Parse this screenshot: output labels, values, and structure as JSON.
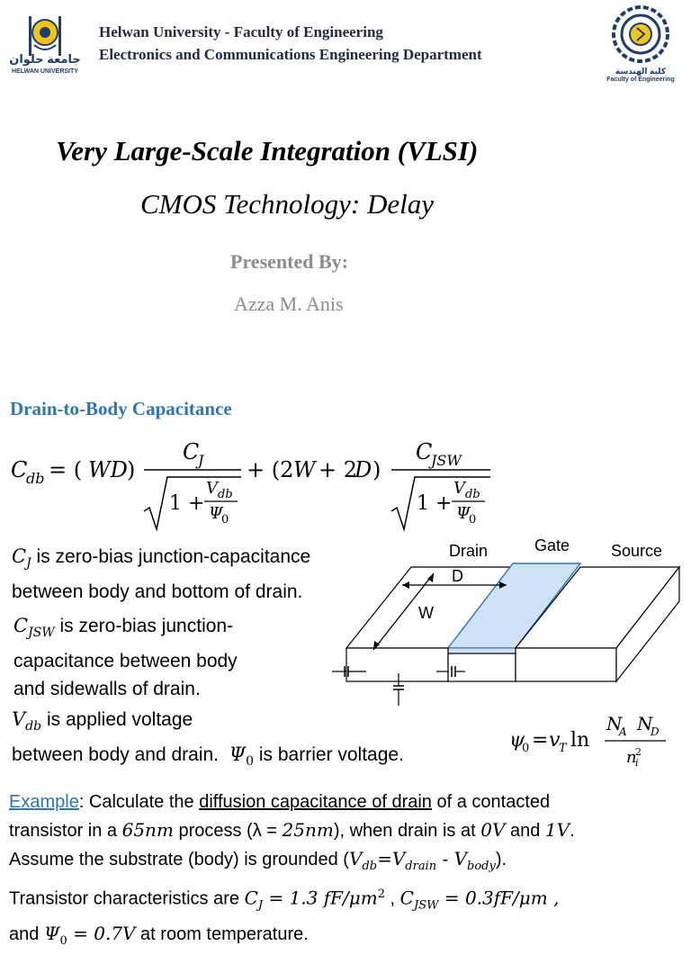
{
  "header": {
    "university_line": "Helwan University - Faculty of Engineering",
    "department_line": "Electronics and Communications Engineering Department",
    "left_logo_arabic": "جامعة حلوان",
    "left_logo_english": "HELWAN UNIVERSITY",
    "right_logo_arabic": "كلية الهندسة",
    "right_logo_english": "Faculty of Engineering"
  },
  "title": {
    "main": "Very Large-Scale Integration (VLSI)",
    "sub": "CMOS Technology: Delay",
    "presented_label": "Presented By:",
    "author": "Azza M. Anis"
  },
  "section": {
    "heading": "Drain-to-Body Capacitance"
  },
  "descriptions": {
    "cj_sym": "C",
    "cj_sub": "J",
    "cj_text_1": " is zero-bias junction-capacitance",
    "cj_text_2": "between body and bottom of drain.",
    "cjsw_sym": "C",
    "cjsw_sub": "JSW",
    "cjsw_text_1": " is zero-bias junction-",
    "cjsw_text_2": "capacitance between body",
    "cjsw_text_3": "and sidewalls of drain.",
    "vdb_sym": "V",
    "vdb_sub": "db",
    "vdb_text_1": " is applied voltage",
    "vdb_text_2": "between body and drain.",
    "psi_text": " is barrier voltage."
  },
  "diagram": {
    "drain_label": "Drain",
    "gate_label": "Gate",
    "source_label": "Source",
    "d_label": "D",
    "w_label": "W",
    "colors": {
      "gate_fill": "#cfe2f7",
      "gate_stroke": "#2e75b6"
    }
  },
  "example": {
    "label": "Example",
    "line1_a": ": Calculate the ",
    "line1_b": "diffusion capacitance of drain",
    "line1_c": " of a contacted",
    "line2_a": "transistor in a ",
    "line2_b": "65nm",
    "line2_c": " process (λ = ",
    "line2_d": "25nm",
    "line2_e": "), when drain is at ",
    "line2_f": "0V",
    "line2_g": " and ",
    "line2_h": "1V",
    "line2_i": ".",
    "line3_a": "Assume the substrate (body) is grounded  (",
    "line3_b": ").",
    "line4_a": "Transistor characteristics are  ",
    "line4_b": "C",
    "line4_c": "J",
    "line4_d": " = 1.3 fF/μm",
    "line4_e": "2",
    "line4_f": " , ",
    "line4_g": "C",
    "line4_h": "JSW",
    "line4_i": " = 0.3fF/μm ,",
    "line5_a": "and ",
    "line5_b": " = 0.7V",
    "line5_c": " at room temperature."
  }
}
